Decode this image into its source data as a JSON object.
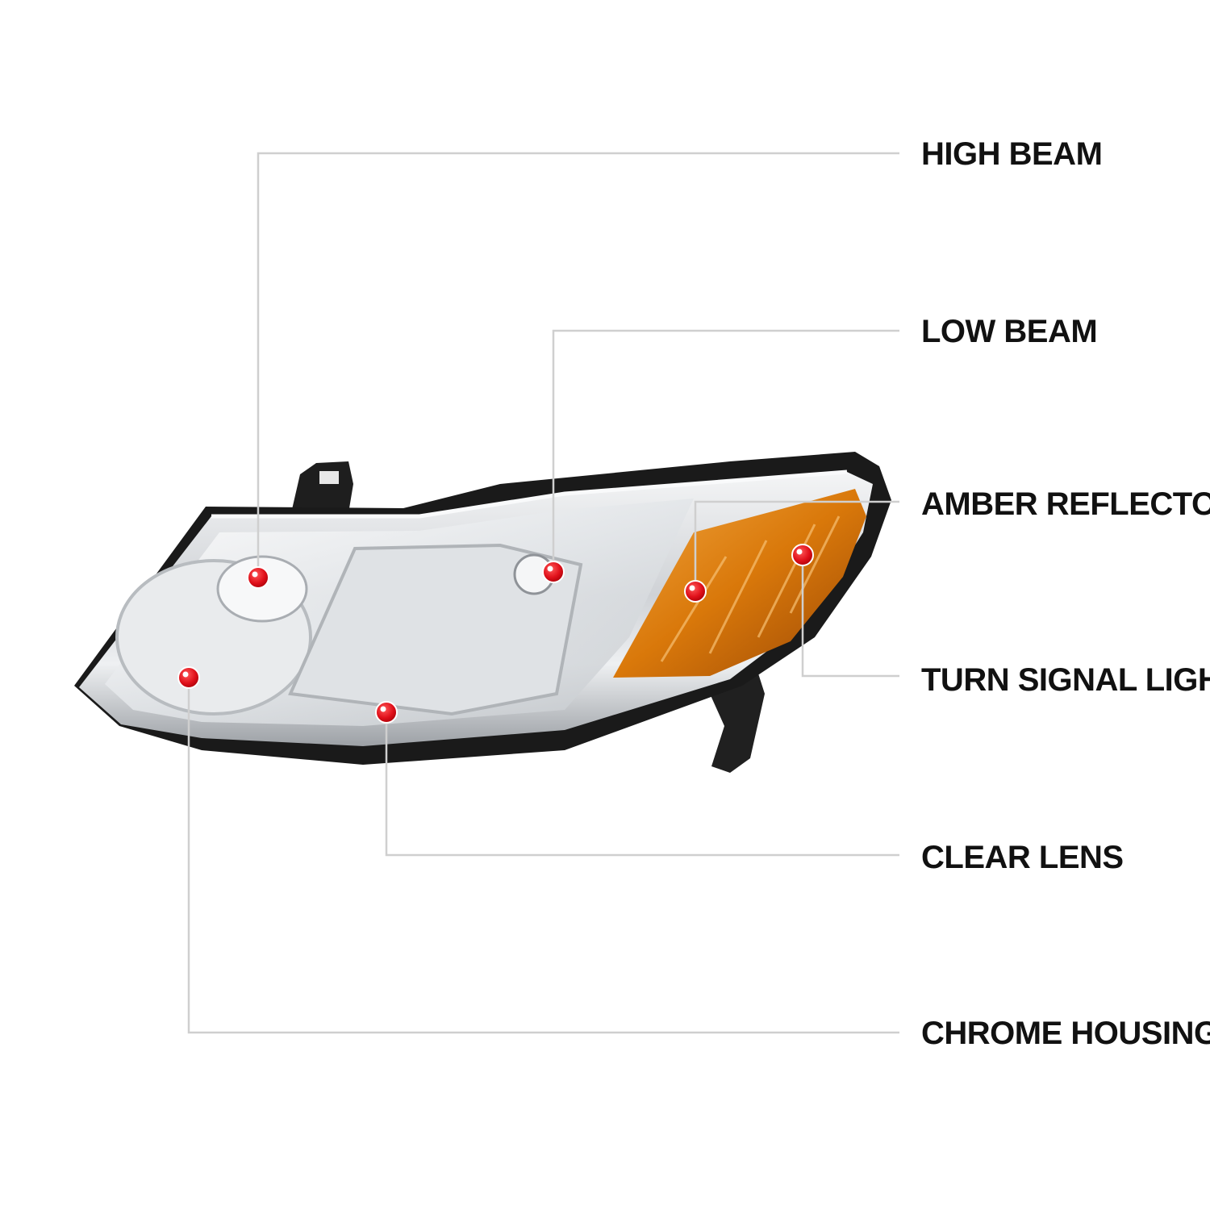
{
  "colors": {
    "background": "#ffffff",
    "label_text": "#111111",
    "leader_line": "#cfcfcf",
    "marker": "#e0101a",
    "amber": "#d9780a",
    "chrome": "#d7d9dc",
    "housing_black": "#1a1a1a"
  },
  "product": {
    "name": "headlight-assembly",
    "features": [
      "chrome-housing",
      "clear-lens",
      "amber-reflector"
    ]
  },
  "callouts": [
    {
      "id": "high-beam",
      "label": "HIGH BEAM"
    },
    {
      "id": "low-beam",
      "label": "LOW BEAM"
    },
    {
      "id": "amber-reflector",
      "label": "AMBER REFLECTOR"
    },
    {
      "id": "turn-signal-light",
      "label": "TURN SIGNAL LIGHT"
    },
    {
      "id": "clear-lens",
      "label": "CLEAR LENS"
    },
    {
      "id": "chrome-housing",
      "label": "CHROME HOUSING"
    }
  ]
}
